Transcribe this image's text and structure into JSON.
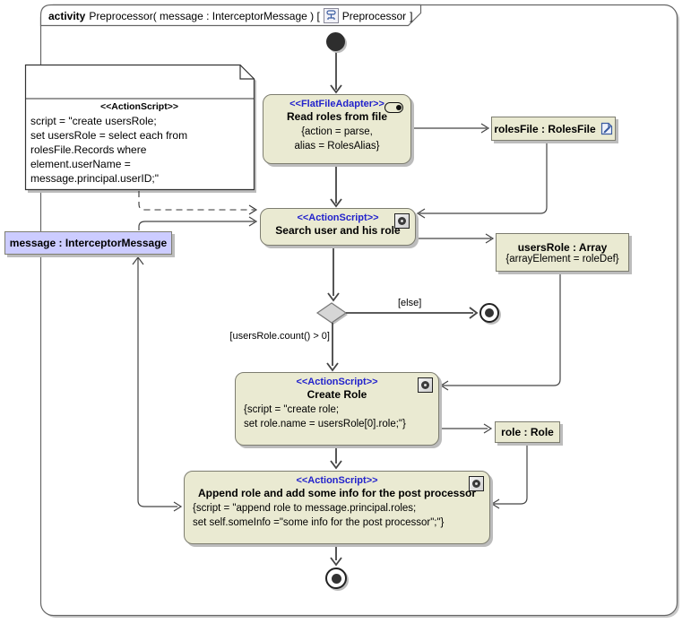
{
  "frame": {
    "keyword": "activity",
    "title": "Preprocessor( message : InterceptorMessage ) [",
    "ref_name": "Preprocessor",
    "close": "]"
  },
  "note": {
    "stereotype": "<<ActionScript>>",
    "lines": [
      "script = \"create usersRole;",
      "set usersRole = select each from",
      "rolesFile.Records where",
      "element.userName =",
      "message.principal.userID;\""
    ]
  },
  "activities": {
    "read_roles": {
      "stereotype": "<<FlatFileAdapter>>",
      "name": "Read roles from file",
      "body": [
        "{action = parse,",
        "alias = RolesAlias}"
      ]
    },
    "search": {
      "stereotype": "<<ActionScript>>",
      "name": "Search user and his role"
    },
    "create_role": {
      "stereotype": "<<ActionScript>>",
      "name": "Create Role",
      "body": [
        "{script = \"create role;",
        "set role.name = usersRole[0].role;\"}"
      ]
    },
    "append": {
      "stereotype": "<<ActionScript>>",
      "name": "Append role and add some info for the post processor",
      "body": [
        "{script = \"append role to message.principal.roles;",
        "set self.someInfo =\"some info for the post processor\";\"}"
      ]
    }
  },
  "objects": {
    "roles_file": {
      "label": "rolesFile : RolesFile"
    },
    "users_role": {
      "label": "usersRole : Array",
      "tag": "{arrayElement = roleDef}"
    },
    "message": {
      "label": "message : InterceptorMessage"
    },
    "role": {
      "label": "role : Role"
    }
  },
  "guards": {
    "else": "[else]",
    "users_role_count": "[usersRole.count() > 0]"
  },
  "colors": {
    "activity_fill": "#EAEAD2",
    "message_fill": "#CCCCFF",
    "stereotype_text": "#2222CC",
    "connector": "#444444",
    "node_border": "#7d7d70",
    "shadow": "#BCBCBC",
    "decision_fill": "#D6D6D6"
  }
}
